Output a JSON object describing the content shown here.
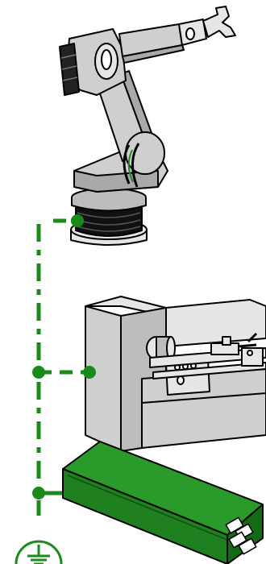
{
  "colors": {
    "earth_line": "#1a8a1a",
    "junction_dot": "#1a8a1a",
    "machine_grey": "#cfcfcf",
    "machine_grey_light": "#e6e6e6",
    "machine_grey_dark": "#a9a9a9",
    "outline": "#000000",
    "robot_base": "#111111",
    "cable_duct": "#1f8a1f",
    "cable_duct_dark": "#156b15",
    "earth_symbol": "#1a8a1a"
  },
  "components": [
    {
      "id": "robot",
      "icon": "industrial-robot-arm-icon"
    },
    {
      "id": "lathe",
      "icon": "lathe-machine-icon"
    },
    {
      "id": "cable_duct",
      "icon": "cable-trunking-icon"
    },
    {
      "id": "earth",
      "icon": "protective-earth-icon"
    }
  ],
  "connections": [
    {
      "from": "earth",
      "to": "cable_duct",
      "style": "dash-dot"
    },
    {
      "from": "cable_duct",
      "to": "lathe",
      "style": "dash-dot"
    },
    {
      "from": "lathe",
      "to": "robot",
      "style": "dash-dot"
    }
  ]
}
